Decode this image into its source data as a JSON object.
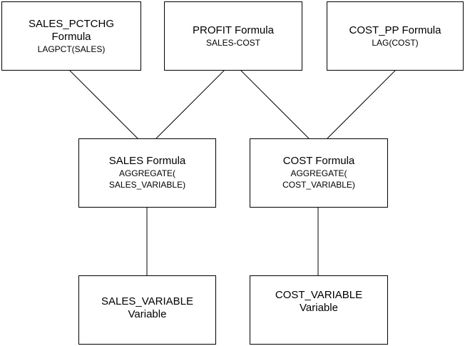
{
  "diagram": {
    "nodes": {
      "sales_pctchg": {
        "title_line1": "SALES_PCTCHG",
        "title_line2": "Formula",
        "expr": "LAGPCT(SALES)"
      },
      "profit": {
        "title": "PROFIT Formula",
        "expr": "SALES-COST"
      },
      "cost_pp": {
        "title": "COST_PP Formula",
        "expr": "LAG(COST)"
      },
      "sales": {
        "title": "SALES Formula",
        "expr_line1": "AGGREGATE(",
        "expr_line2": "SALES_VARIABLE)"
      },
      "cost": {
        "title": "COST Formula",
        "expr_line1": "AGGREGATE(",
        "expr_line2": "COST_VARIABLE)"
      },
      "sales_variable": {
        "title": "SALES_VARIABLE",
        "kind": "Variable"
      },
      "cost_variable": {
        "title": "COST_VARIABLE",
        "kind": "Variable"
      }
    },
    "edges": [
      {
        "from": "sales_pctchg",
        "to": "sales"
      },
      {
        "from": "profit",
        "to": "sales"
      },
      {
        "from": "profit",
        "to": "cost"
      },
      {
        "from": "cost_pp",
        "to": "cost"
      },
      {
        "from": "sales",
        "to": "sales_variable"
      },
      {
        "from": "cost",
        "to": "cost_variable"
      }
    ]
  }
}
